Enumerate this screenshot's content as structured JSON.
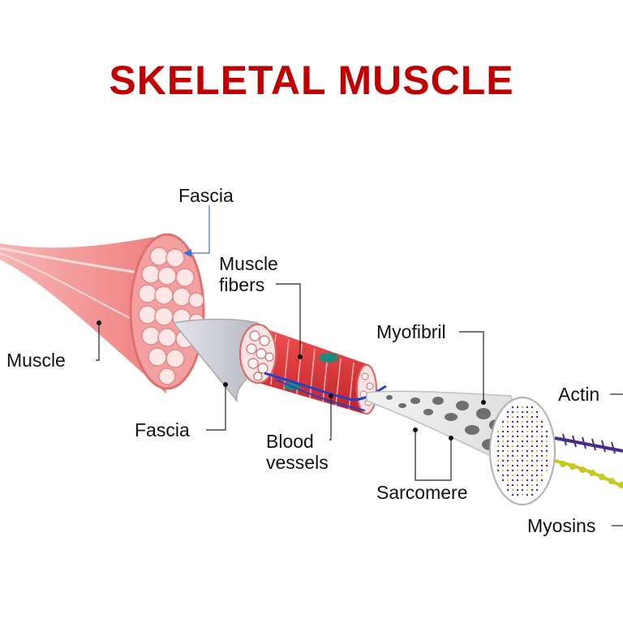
{
  "title": "SKELETAL MUSCLE",
  "colors": {
    "title": "#c00000",
    "muscle": "#f08a8a",
    "muscle_light": "#fbd0d0",
    "fiber_red": "#e2363a",
    "fascia_grey": "#c8c8d0",
    "vessel_blue": "#2340c8",
    "nucleus_teal": "#1f8a7a",
    "myofibril_grey": "#9a9a9a",
    "actin_purple": "#4a2a8a",
    "myosin_yellow": "#c8c820",
    "pointer_blue": "#3a6fd8"
  },
  "labels": {
    "fascia_top": "Fascia",
    "muscle_fibers_1": "Muscle",
    "muscle_fibers_2": "fibers",
    "muscle": "Muscle",
    "fascia_bottom": "Fascia",
    "myofibril": "Myofibril",
    "blood_vessels_1": "Blood",
    "blood_vessels_2": "vessels",
    "sarcomere": "Sarcomere",
    "actin": "Actin",
    "myosins": "Myosins"
  }
}
